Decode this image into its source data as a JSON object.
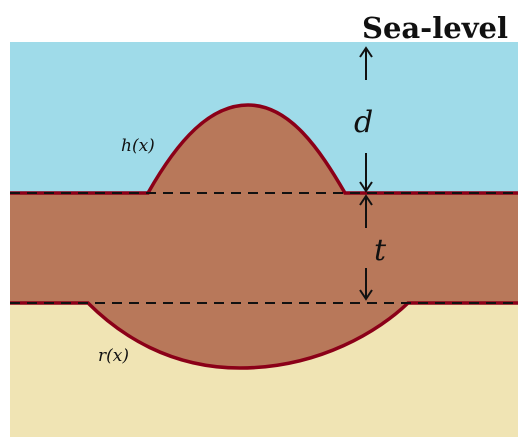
{
  "diagram": {
    "title": "Sea-level",
    "labels": {
      "depth": "d",
      "thickness": "t",
      "surface_function": "h(x)",
      "root_function": "r(x)"
    },
    "colors": {
      "water": "#9fdbe9",
      "crust": "#b8785a",
      "mantle": "#f0e4b4",
      "outline": "#8b0018",
      "dashed": "#111111"
    }
  }
}
